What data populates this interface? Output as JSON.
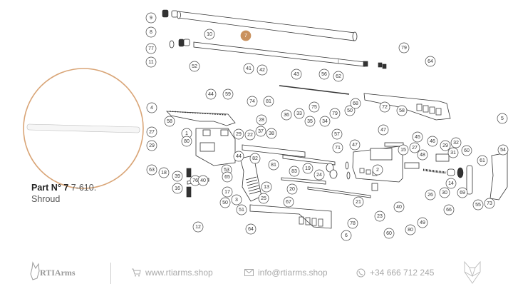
{
  "selected_part": {
    "label": "Part N° 7",
    "code": "7-610.",
    "name": "Shroud",
    "highlight_color": "#c9915e"
  },
  "callouts": [
    "9",
    "8",
    "77",
    "11",
    "10",
    "7",
    "79",
    "64",
    "52",
    "41",
    "42",
    "43",
    "56",
    "62",
    "44",
    "59",
    "4",
    "58",
    "28",
    "74",
    "81",
    "36",
    "33",
    "75",
    "35",
    "34",
    "79",
    "57",
    "71",
    "50",
    "68",
    "72",
    "58",
    "47",
    "45",
    "46",
    "27",
    "1",
    "29",
    "22",
    "37",
    "38",
    "29",
    "80",
    "82",
    "44",
    "81",
    "83",
    "19",
    "24",
    "63",
    "18",
    "39",
    "76",
    "40",
    "53",
    "65",
    "17",
    "16",
    "50",
    "3",
    "25",
    "13",
    "20",
    "2",
    "47",
    "15",
    "27",
    "48",
    "29",
    "32",
    "31",
    "60",
    "61",
    "54",
    "14",
    "30",
    "26",
    "66",
    "69",
    "55",
    "73",
    "21",
    "78",
    "23",
    "40",
    "60",
    "80",
    "49",
    "67",
    "51",
    "12",
    "64",
    "6",
    "5"
  ],
  "footer": {
    "brand": "RTIArms",
    "website": "www.rtiarms.shop",
    "email": "info@rtiarms.shop",
    "phone": "+34 666 712 245",
    "icons": [
      "cart-icon",
      "mail-icon",
      "whatsapp-icon",
      "fox-logo-icon"
    ]
  }
}
